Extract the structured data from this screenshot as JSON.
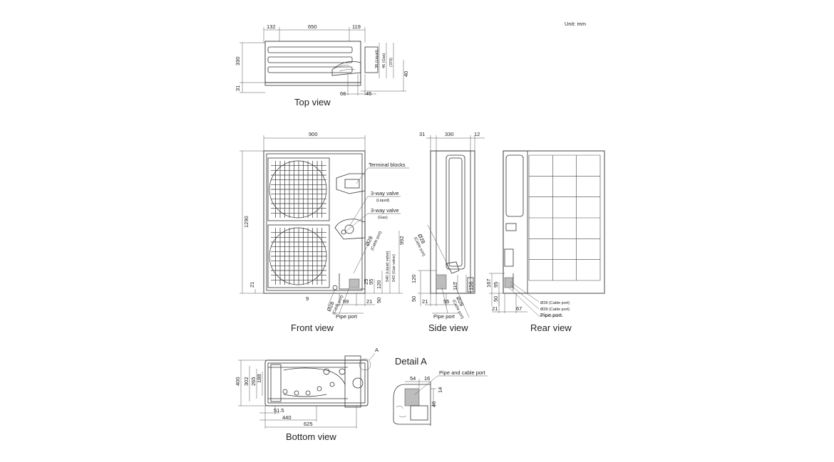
{
  "unit_label": "Unit: mm",
  "views": {
    "top": "Top view",
    "front": "Front view",
    "side": "Side view",
    "rear": "Rear view",
    "bottom": "Bottom view",
    "detail": "Detail A"
  },
  "callouts": {
    "terminal_blocks": "Terminal blocks",
    "valve_liquid": "3-way valve",
    "valve_liquid_sub": "(Liquid)",
    "valve_gas": "3-way valve",
    "valve_gas_sub": "(Gas)",
    "pipe_port_front": "Pipe port",
    "pipe_port_side": "Pipe port",
    "pipe_port_rear": "Pipe port",
    "cable_port_1": "Ø28 (Cable port)",
    "cable_port_2": "Ø28 (Cable port)",
    "pipe_cable_port": "Pipe and cable port",
    "detail_ref": "A"
  },
  "dims": {
    "top": {
      "d132": "132",
      "d650": "650",
      "d119": "119",
      "d330": "330",
      "d31": "31",
      "d38": "38 (Liquid)",
      "d46": "46 (Gas)",
      "d370": "(370)",
      "d40": "40",
      "d66": "66",
      "d45": "45"
    },
    "front": {
      "d900": "900",
      "d1290": "1290",
      "d21": "21",
      "d9": "9",
      "d89": "89",
      "d21b": "21",
      "d50": "50",
      "d25": "25",
      "d95": "95",
      "d120": "120",
      "d540": "540 (Liquid valve)",
      "d543": "543 (Gas valve)",
      "d992": "992",
      "d28a": "Ø28",
      "d28a_sub": "(Cable port)",
      "d28b": "Ø28",
      "d28b_sub": "(Cable port)"
    },
    "side": {
      "d31": "31",
      "d330": "330",
      "d12": "12",
      "d50": "50",
      "d120": "120",
      "d21": "21",
      "d55": "55",
      "d112": "112",
      "d156": "156",
      "d28a": "Ø28",
      "d28a_sub": "(Cable port)",
      "d28b": "Ø28",
      "d28b_sub": "(Cable port)"
    },
    "rear": {
      "d167": "167",
      "d95": "95",
      "d50": "50",
      "d21": "21",
      "d67": "67"
    },
    "bottom": {
      "d400": "400",
      "d302": "302",
      "d265": "265",
      "d188": "188",
      "d51_5": "51.5",
      "d440": "440",
      "d625": "625"
    },
    "detail": {
      "d54": "54",
      "d16": "16",
      "d14": "14",
      "d46": "46"
    }
  }
}
